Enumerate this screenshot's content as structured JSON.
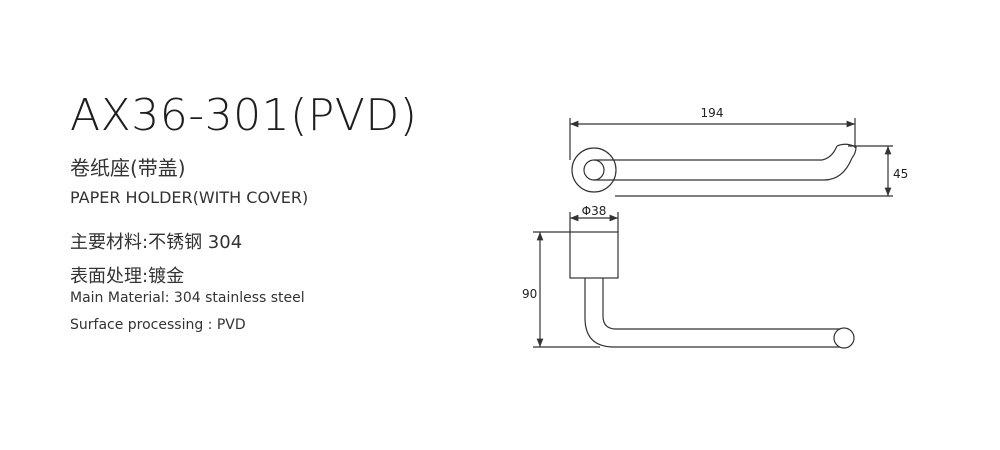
{
  "product": {
    "model": "AX36-301(PVD)",
    "name_cn": "卷纸座(带盖)",
    "name_en": "PAPER HOLDER(WITH COVER)",
    "material_cn": "主要材料:不锈钢 304",
    "surface_cn": "表面处理:镀金",
    "material_en": "Main Material: 304 stainless steel",
    "surface_en": "Surface processing : PVD"
  },
  "dimensions": {
    "length": "194",
    "height_top": "45",
    "diameter": "Φ38",
    "height_side": "90"
  },
  "colors": {
    "line": "#333333",
    "text": "#222222"
  }
}
